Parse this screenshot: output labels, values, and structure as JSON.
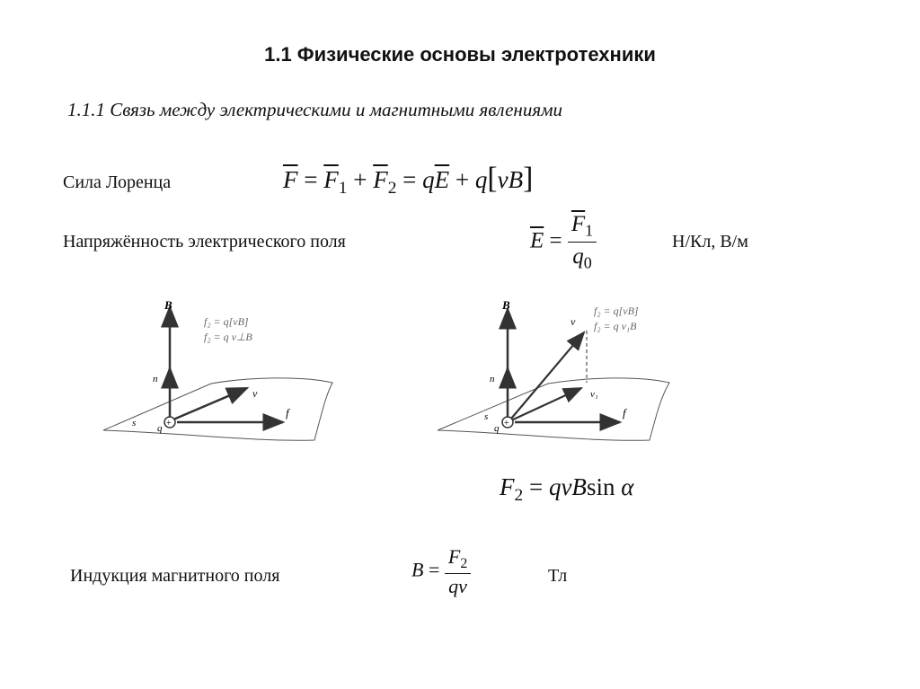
{
  "slide": {
    "title": "1.1 Физические основы электротехники",
    "subtitle": "1.1.1 Связь между электрическими и магнитными явлениями",
    "lorentz": {
      "label": "Сила Лоренца",
      "F": "F",
      "eq1": " = ",
      "F1": "F",
      "F1_sub": "1",
      "plus1": " + ",
      "F2": "F",
      "F2_sub": "2",
      "eq2": " = ",
      "q1": "q",
      "E": "E",
      "plus2": " + ",
      "q2": "q",
      "lb": "[",
      "vB": "vB",
      "rb": "]"
    },
    "field_strength": {
      "label": "Напряжённость электрического поля",
      "lhs": "E",
      "eq": " = ",
      "num": "F",
      "num_sub": "1",
      "den": "q",
      "den_sub": "0",
      "units": "Н/Кл, В/м"
    },
    "figure_left": {
      "B": "B",
      "n": "n",
      "v": "v",
      "f2": "f",
      "f2_sub": "2",
      "s": "s",
      "q": "q",
      "eq1": "f₂ = q[vB]",
      "eq2": "f₂ = q v⊥B"
    },
    "figure_right": {
      "B": "B",
      "n": "n",
      "v": "v",
      "v1": "v₁",
      "f2": "f",
      "f2_sub": "2",
      "s": "s",
      "q": "q",
      "eq1": "f₂ = q[vB]",
      "eq2": "f₂ = q v₁B"
    },
    "force_magnitude": {
      "F": "F",
      "F_sub": "2",
      "eq": " = ",
      "rhs": "qvB",
      "sin": "sin ",
      "alpha": "α"
    },
    "induction": {
      "label": "Индукция магнитного поля",
      "lhs": "B",
      "eq": " = ",
      "num": "F",
      "num_sub": "2",
      "den": "qv",
      "units": "Тл"
    }
  }
}
